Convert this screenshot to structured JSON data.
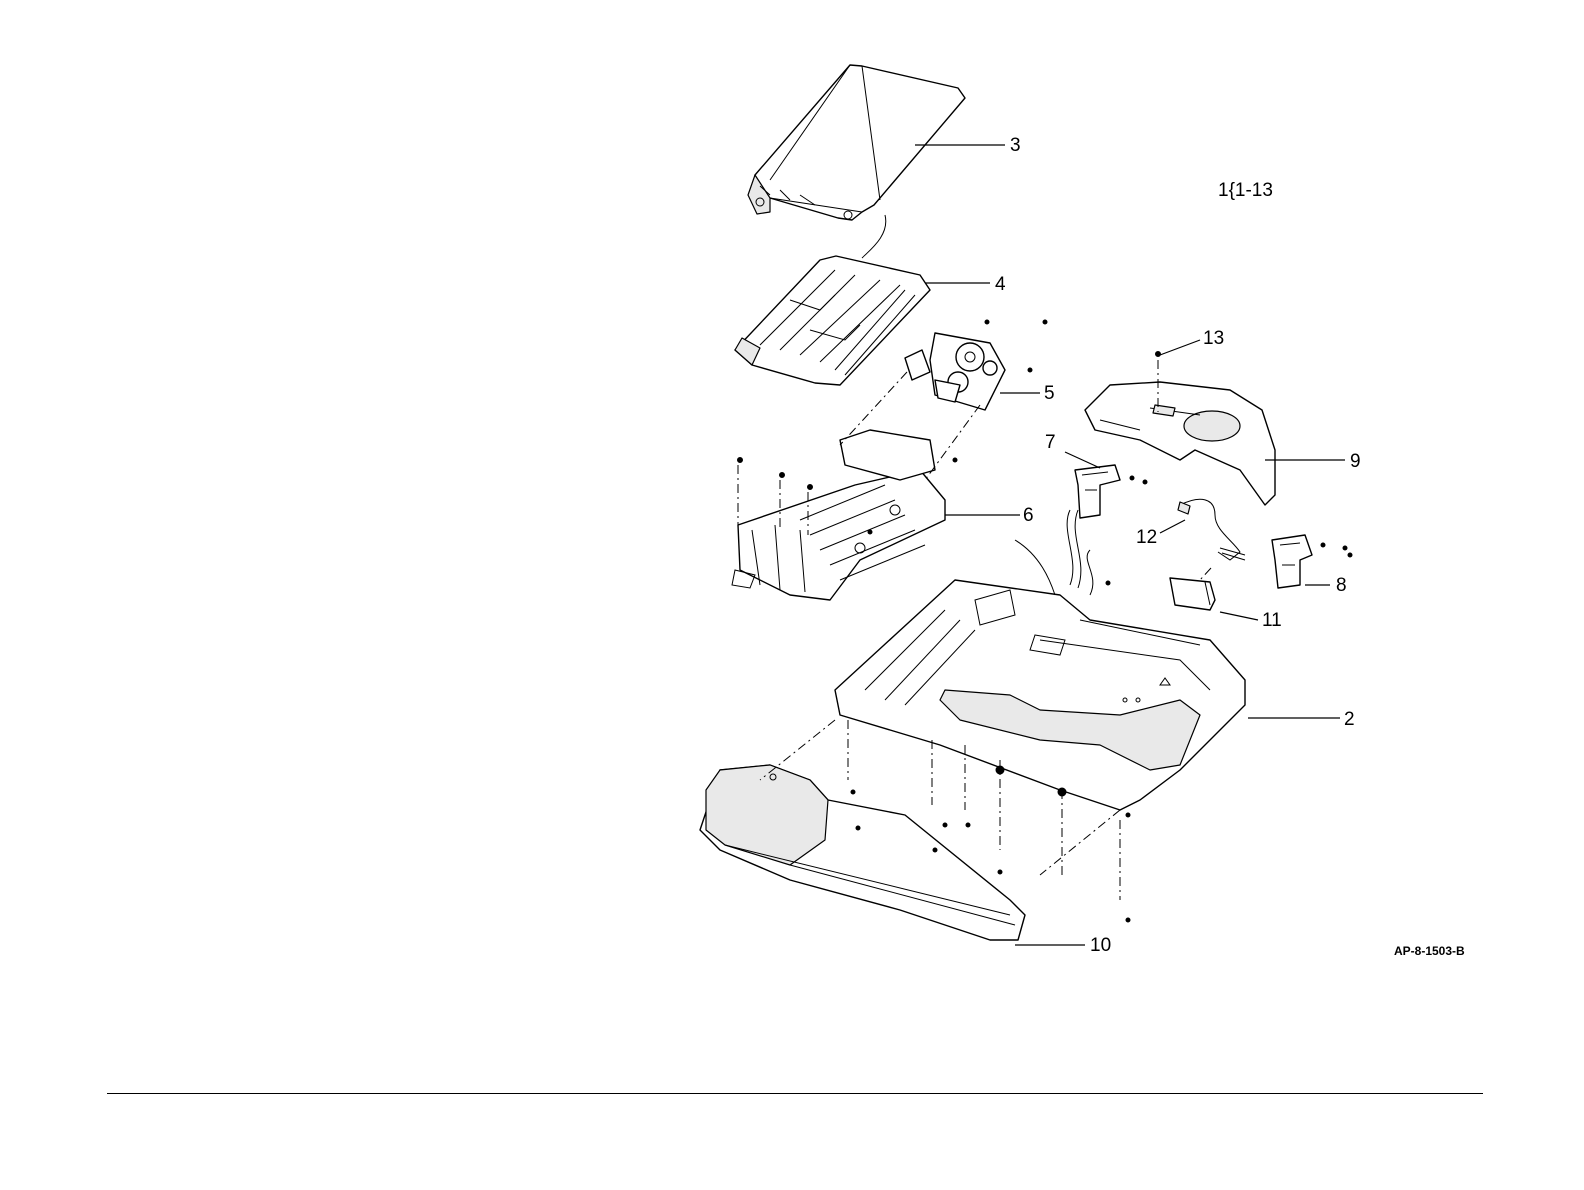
{
  "figure": {
    "range_note": "1{1-13",
    "drawing_ref": "AP-8-1503-B"
  },
  "callouts": [
    {
      "id": "3",
      "label": "3"
    },
    {
      "id": "4",
      "label": "4"
    },
    {
      "id": "5",
      "label": "5"
    },
    {
      "id": "13",
      "label": "13"
    },
    {
      "id": "7",
      "label": "7"
    },
    {
      "id": "9",
      "label": "9"
    },
    {
      "id": "6",
      "label": "6"
    },
    {
      "id": "12",
      "label": "12"
    },
    {
      "id": "8",
      "label": "8"
    },
    {
      "id": "11",
      "label": "11"
    },
    {
      "id": "2",
      "label": "2"
    },
    {
      "id": "10",
      "label": "10"
    }
  ]
}
